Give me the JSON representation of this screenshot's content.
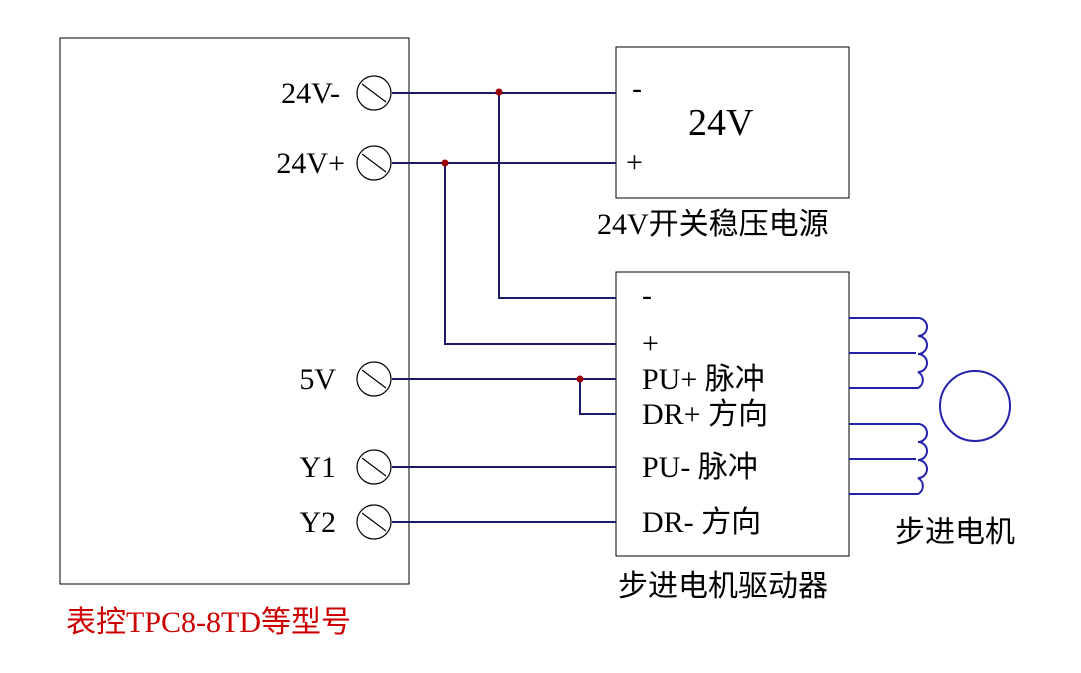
{
  "controller": {
    "caption": "表控TPC8-8TD等型号",
    "terminals": {
      "t24_minus": "24V-",
      "t24_plus": "24V+",
      "t5v": "5V",
      "y1": "Y1",
      "y2": "Y2"
    }
  },
  "power_supply": {
    "voltage": "24V",
    "minus": "-",
    "plus": "+",
    "caption": "24V开关稳压电源"
  },
  "driver": {
    "minus": "-",
    "plus": "+",
    "pu_plus": "PU+ 脉冲",
    "dr_plus": "DR+ 方向",
    "pu_minus": "PU- 脉冲",
    "dr_minus": "DR- 方向",
    "caption": "步进电机驱动器"
  },
  "motor": {
    "caption": "步进电机"
  },
  "colors": {
    "wire": "#1a1a66",
    "coil": "#2222aa",
    "junction": "#990000",
    "controller_caption": "#cc0000"
  }
}
